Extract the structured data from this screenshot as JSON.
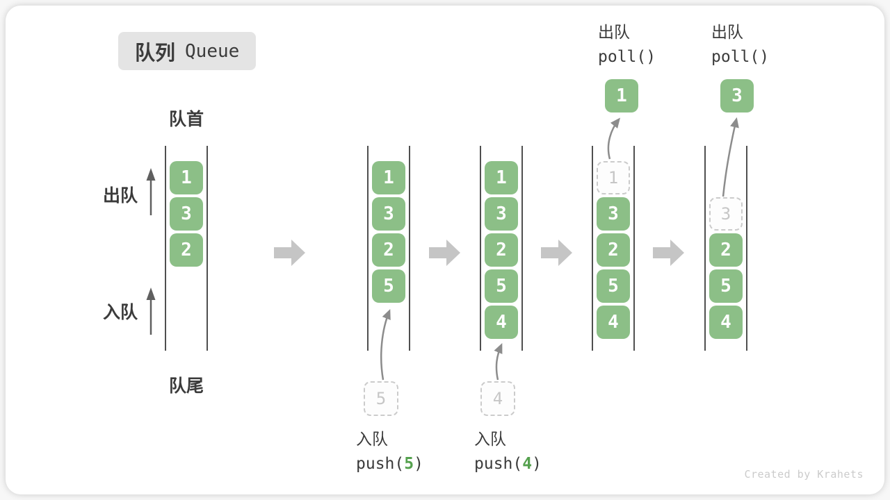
{
  "title": {
    "zh": "队列",
    "en": "Queue"
  },
  "labels": {
    "front": "队首",
    "rear": "队尾",
    "dequeue": "出队",
    "enqueue": "入队"
  },
  "watermark": "Created by Krahets",
  "colors": {
    "box_green": "#8CBF87",
    "box_text": "#FFFFFF",
    "dashed_border": "#CBCBCB",
    "dashed_text": "#C6C6C6",
    "dashed_bg": "#FDFDFD",
    "label_dark": "#3B3B3B",
    "accent_green": "#55A14E",
    "block_arrow": "#C5C5C5",
    "curve_arrow": "#8C8C8C",
    "wall": "#4F4F4F",
    "badge_bg": "#E4E4E4",
    "watermark": "#CBCBCB"
  },
  "columns": [
    {
      "slots": [
        {
          "value": "1",
          "variant": "solid"
        },
        {
          "value": "3",
          "variant": "solid"
        },
        {
          "value": "2",
          "variant": "solid"
        }
      ]
    },
    {
      "slots": [
        {
          "value": "1",
          "variant": "solid"
        },
        {
          "value": "3",
          "variant": "solid"
        },
        {
          "value": "2",
          "variant": "solid"
        },
        {
          "value": "5",
          "variant": "solid"
        }
      ],
      "incoming": {
        "value": "5"
      },
      "annotation": {
        "action": "入队",
        "code_pre": "push(",
        "code_arg": "5",
        "code_post": ")"
      }
    },
    {
      "slots": [
        {
          "value": "1",
          "variant": "solid"
        },
        {
          "value": "3",
          "variant": "solid"
        },
        {
          "value": "2",
          "variant": "solid"
        },
        {
          "value": "5",
          "variant": "solid"
        },
        {
          "value": "4",
          "variant": "solid"
        }
      ],
      "incoming": {
        "value": "4"
      },
      "annotation": {
        "action": "入队",
        "code_pre": "push(",
        "code_arg": "4",
        "code_post": ")"
      }
    },
    {
      "slots": [
        {
          "value": "1",
          "variant": "dashed"
        },
        {
          "value": "3",
          "variant": "solid"
        },
        {
          "value": "2",
          "variant": "solid"
        },
        {
          "value": "5",
          "variant": "solid"
        },
        {
          "value": "4",
          "variant": "solid"
        }
      ],
      "outgoing": {
        "value": "1"
      },
      "annotation": {
        "action": "出队",
        "code": "poll()"
      }
    },
    {
      "slots": [
        {
          "value": "3",
          "variant": "dashed"
        },
        {
          "value": "2",
          "variant": "solid"
        },
        {
          "value": "5",
          "variant": "solid"
        },
        {
          "value": "4",
          "variant": "solid"
        }
      ],
      "outgoing": {
        "value": "3"
      },
      "annotation": {
        "action": "出队",
        "code": "poll()"
      }
    }
  ]
}
